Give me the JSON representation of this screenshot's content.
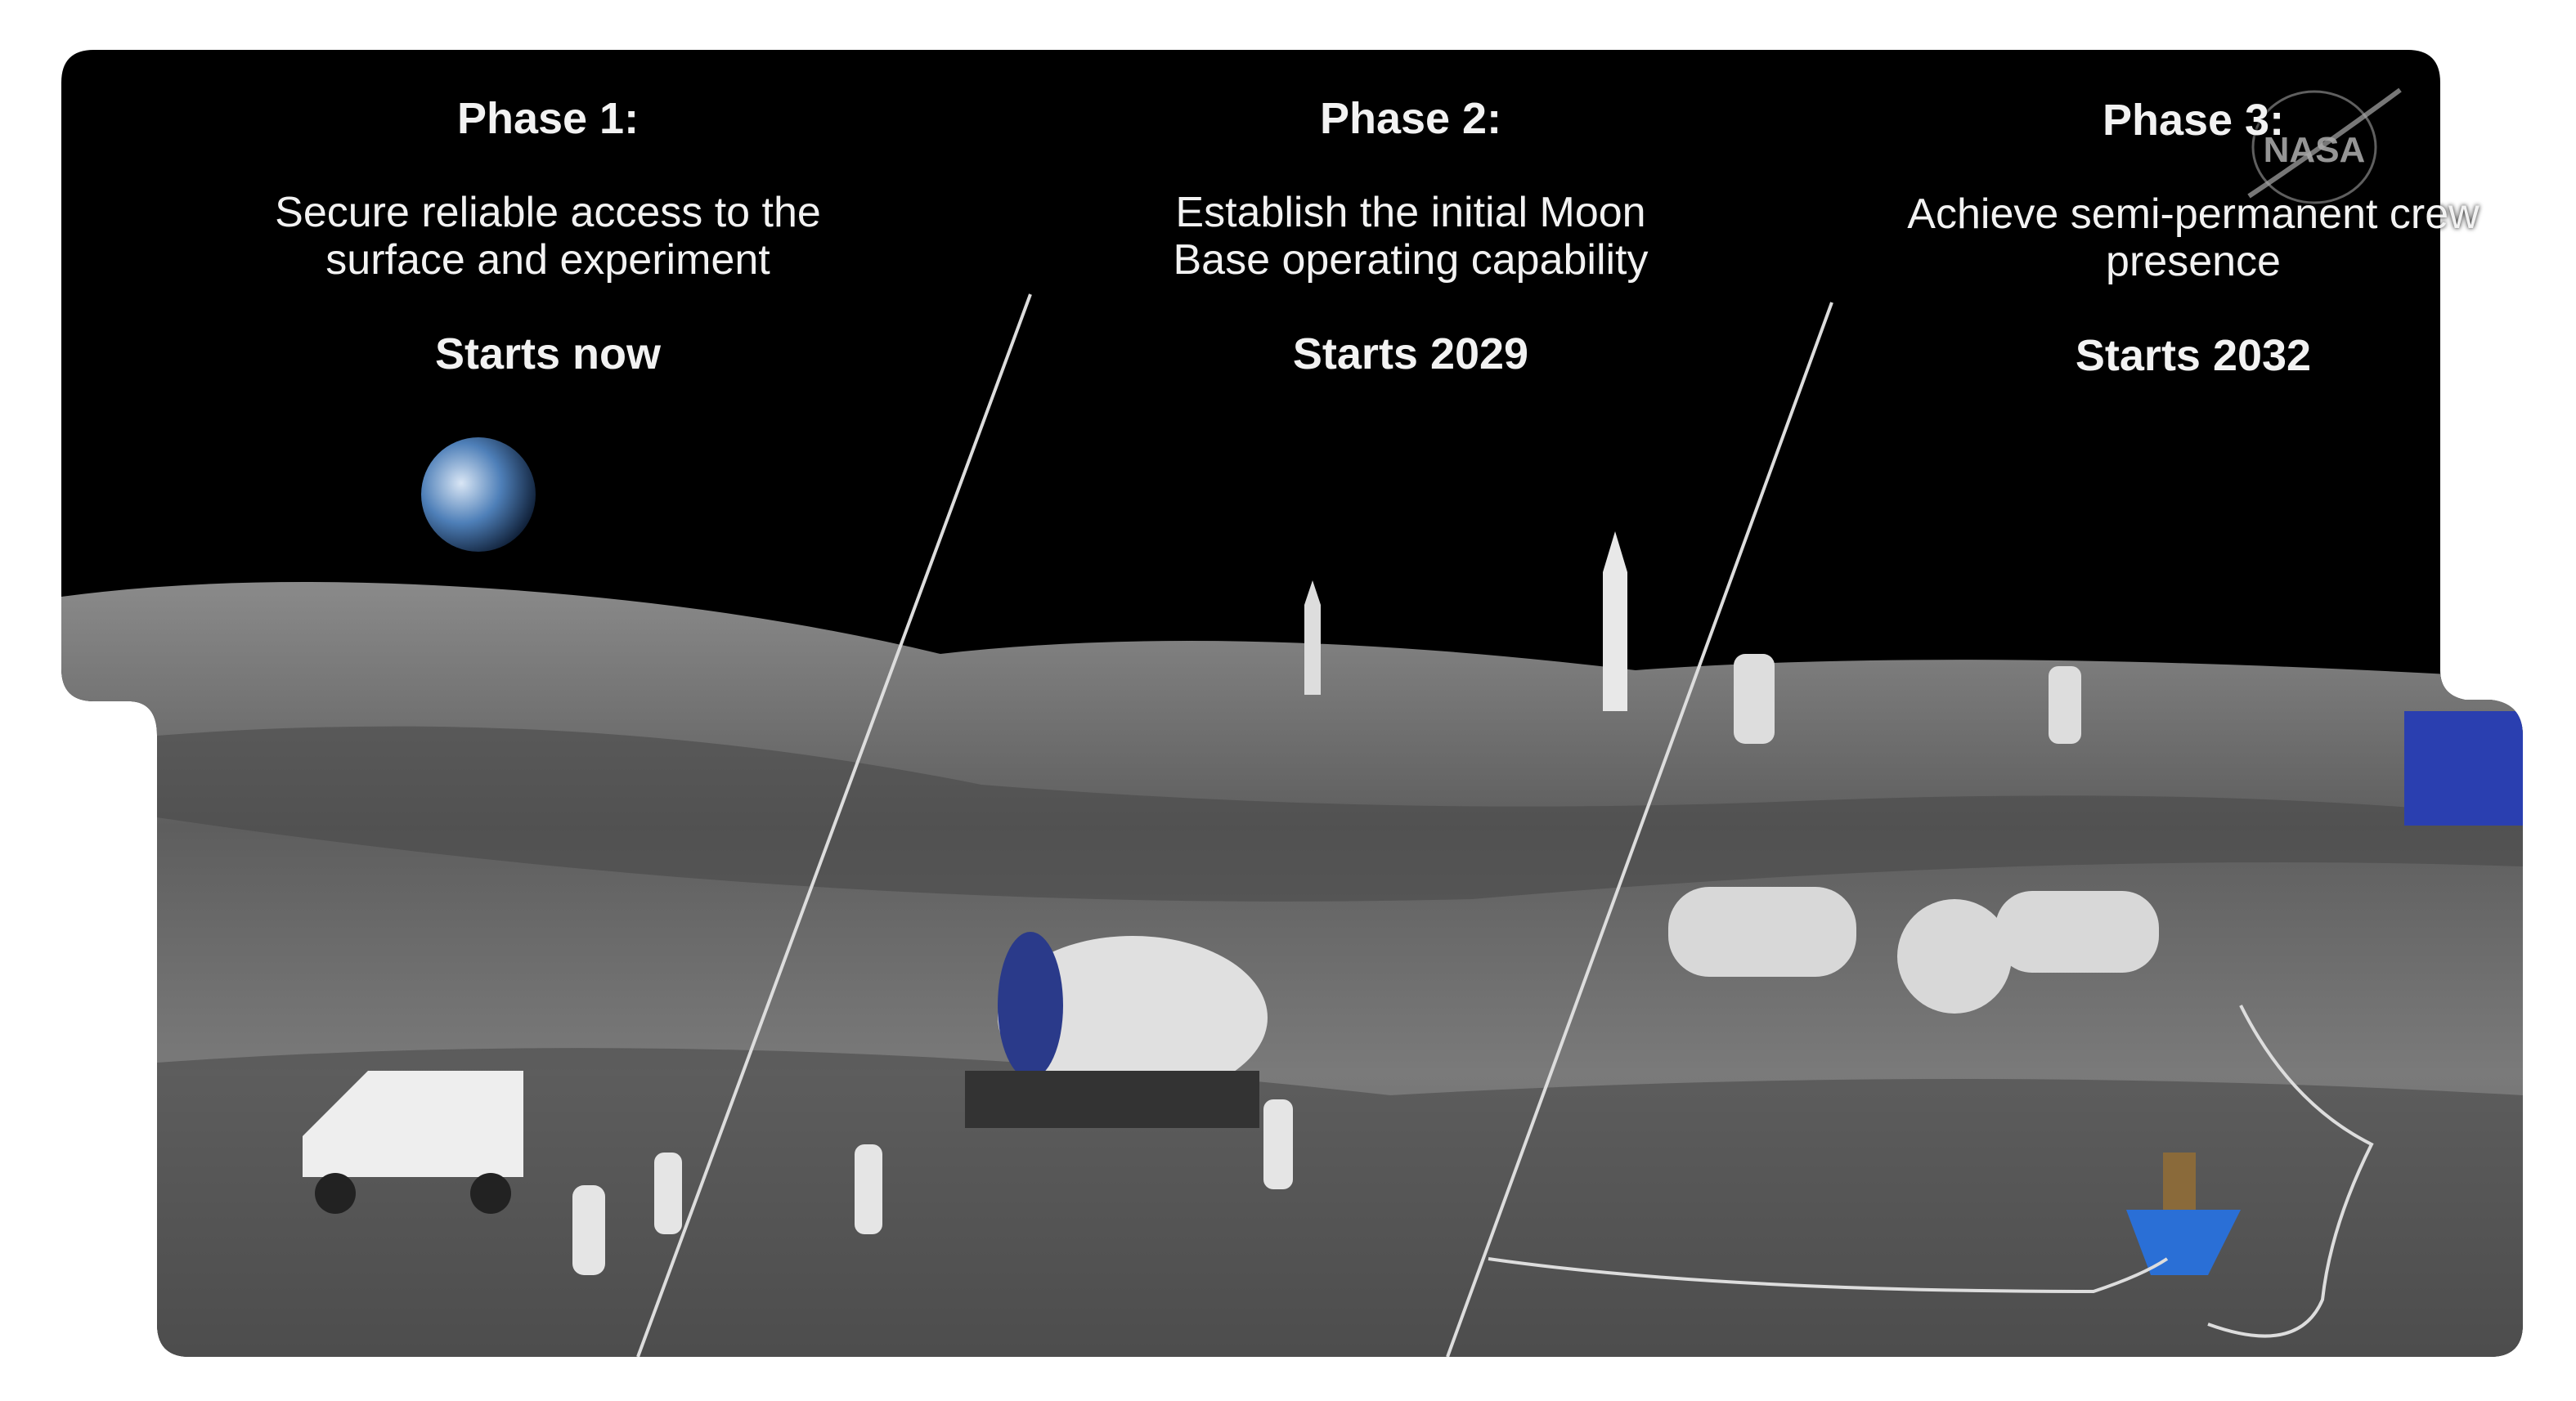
{
  "phases": [
    {
      "title": "Phase 1:",
      "description": "Secure reliable access to the surface and experiment",
      "start": "Starts now"
    },
    {
      "title": "Phase 2:",
      "description": "Establish the initial Moon Base operating capability",
      "start": "Starts 2029"
    },
    {
      "title": "Phase 3:",
      "description": "Achieve semi-permanent crew presence",
      "start": "Starts 2032"
    }
  ],
  "logo": "NASA",
  "colors": {
    "sky": "#000000",
    "ground": "#6e6e6e",
    "habitat_blue": "#2a6fd6"
  }
}
